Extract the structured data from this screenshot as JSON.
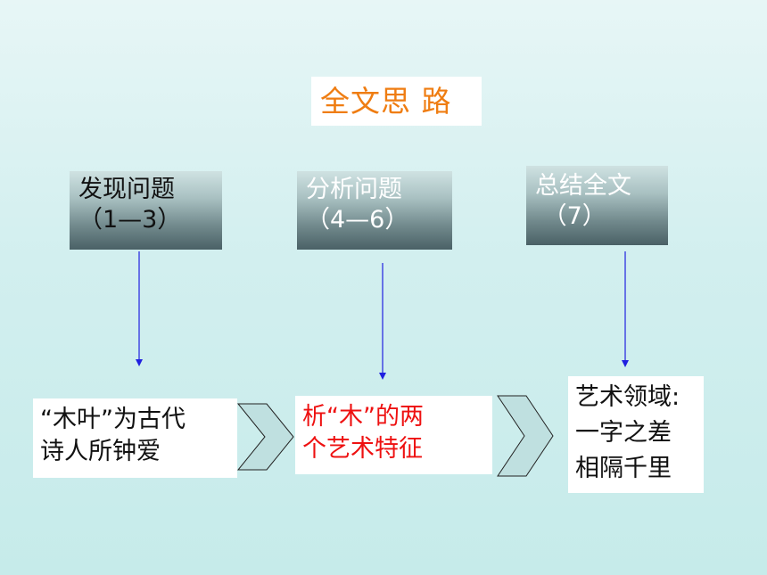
{
  "title": "全文思 路",
  "stages": [
    {
      "line1": "发现问题",
      "line2": "（1—3）"
    },
    {
      "line1": "分析问题",
      "line2": "（4—6）"
    },
    {
      "line1": "总结全文",
      "line2": " （7）"
    }
  ],
  "boxes": [
    {
      "line1": "“木叶”为古代",
      "line2": "诗人所钟爱"
    },
    {
      "line1": "析“木”的两",
      "line2": "个艺术特征"
    },
    {
      "line1": "艺术领域:",
      "line2": "一字之差",
      "line3": "相隔千里"
    }
  ],
  "colors": {
    "title_text": "#ef7d12",
    "box2_text": "#ee1111",
    "arrow": "#2020e0",
    "chevron_fill": "#bfe0e0"
  }
}
